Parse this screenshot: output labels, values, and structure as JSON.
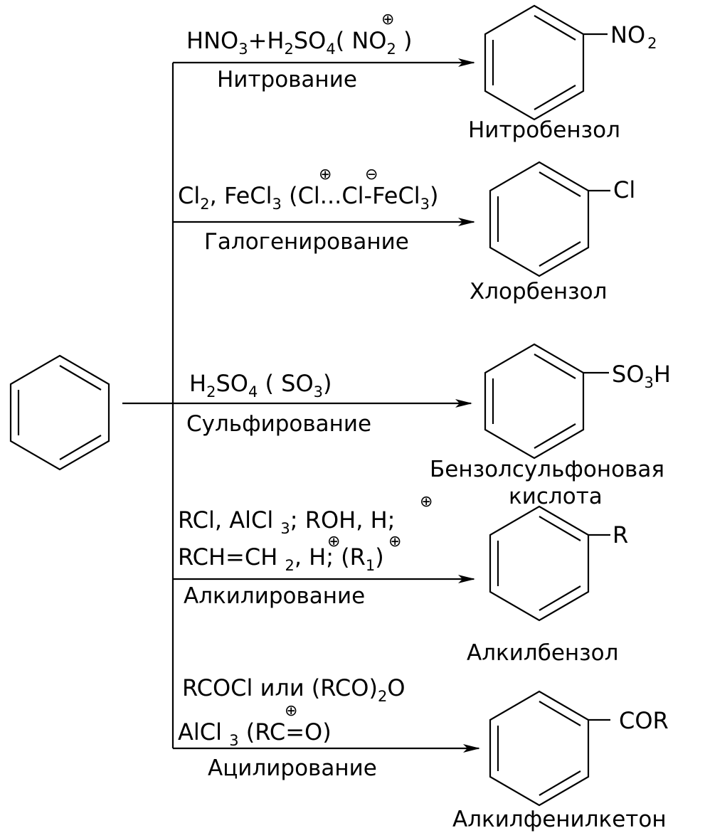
{
  "reactant": {
    "icon": "benzene-ring-icon"
  },
  "reactions": [
    {
      "id": "nitration",
      "reagent_parts": [
        "HNO",
        "3",
        "+H",
        "2",
        "SO",
        "4",
        "( ",
        "NO",
        "2",
        " )"
      ],
      "ion_charge": "⊕",
      "process": "Нитрование",
      "substituent": [
        "NO",
        "2"
      ],
      "product": "Нитробензол"
    },
    {
      "id": "halogenation",
      "reagent_parts": [
        "Cl",
        "2",
        ", FeCl",
        "3",
        " (",
        "Cl...",
        "Cl-FeCl",
        "3",
        ")"
      ],
      "ion_charges": [
        "⊕",
        "⊖"
      ],
      "process": "Галогенирование",
      "substituent": "Cl",
      "product": "Хлорбензол"
    },
    {
      "id": "sulfonation",
      "reagent_parts": [
        "H",
        "2",
        "SO",
        "4",
        " ( SO",
        "3",
        ")"
      ],
      "process": "Сульфирование",
      "substituent": [
        "SO",
        "3",
        "H"
      ],
      "product_lines": [
        "Бензолсульфоновая",
        "кислота"
      ]
    },
    {
      "id": "alkylation",
      "reagent_line1": [
        "RCl, AlCl ",
        "3",
        "; ROH, H;"
      ],
      "reagent_line2": [
        "RCH=CH ",
        "2",
        ", H;",
        " (R",
        "1",
        ")"
      ],
      "ion_charges": [
        "⊕",
        "⊕",
        "⊕"
      ],
      "process": "Алкилирование",
      "substituent": "R",
      "product": "Алкилбензол"
    },
    {
      "id": "acylation",
      "reagent_line1": [
        "RCOCl или (RCO)",
        "2",
        "O"
      ],
      "reagent_line2": [
        "AlCl ",
        "3",
        " (RC",
        "=O)"
      ],
      "ion_charge": "⊕",
      "process": "Ацилирование",
      "substituent": "COR",
      "product": "Алкилфенилкетон"
    }
  ]
}
